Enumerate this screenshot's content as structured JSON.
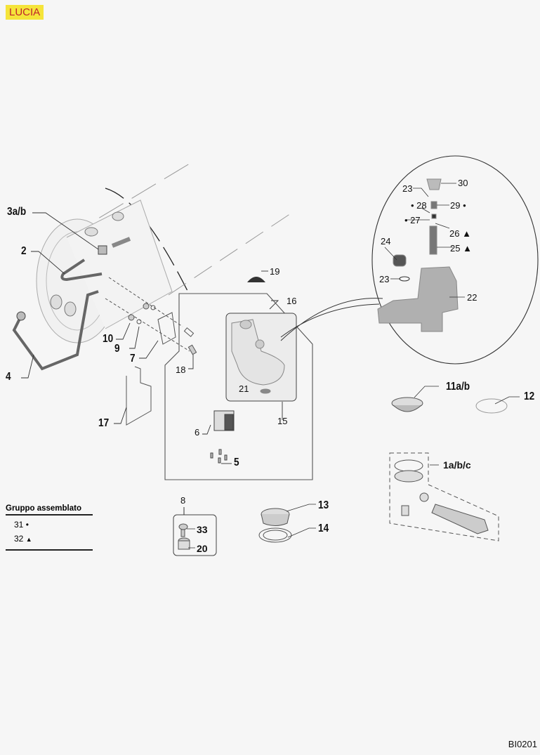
{
  "title": "LUCIA",
  "drawing_code": "BI0201",
  "legend": {
    "heading": "Gruppo assemblato",
    "items": [
      {
        "number": "31",
        "symbol": "•"
      },
      {
        "number": "32",
        "symbol": "▲"
      }
    ]
  },
  "part_labels": {
    "p3ab": "3a/b",
    "p2": "2",
    "p4": "4",
    "p10": "10",
    "p9": "9",
    "p7": "7",
    "p17": "17",
    "p18": "18",
    "p19": "19",
    "p16": "16",
    "p21": "21",
    "p15": "15",
    "p6": "6",
    "p5": "5",
    "p30": "30",
    "p23a": "23",
    "p28": "• 28",
    "p29": "29 •",
    "p27": "• 27",
    "p26": "26 ▲",
    "p25": "25 ▲",
    "p24": "24",
    "p23b": "23",
    "p22": "22",
    "p11ab": "11a/b",
    "p12": "12",
    "p1abc": "1a/b/c",
    "p8": "8",
    "p33": "33",
    "p20": "20",
    "p13": "13",
    "p14": "14"
  }
}
